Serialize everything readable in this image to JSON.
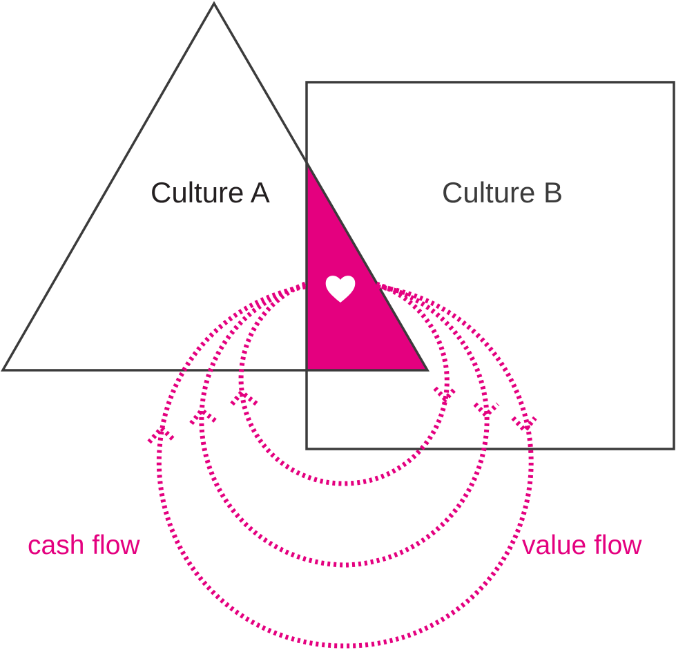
{
  "diagram": {
    "culture_a": {
      "label": "Culture A"
    },
    "culture_b": {
      "label": "Culture B"
    },
    "overlap": {
      "icon": "heart-icon"
    },
    "flows": {
      "left_label": "cash flow",
      "right_label": "value flow"
    }
  },
  "colors": {
    "accent": "#e4007f",
    "outline": "#3b3b3b",
    "heart": "#ffffff"
  }
}
